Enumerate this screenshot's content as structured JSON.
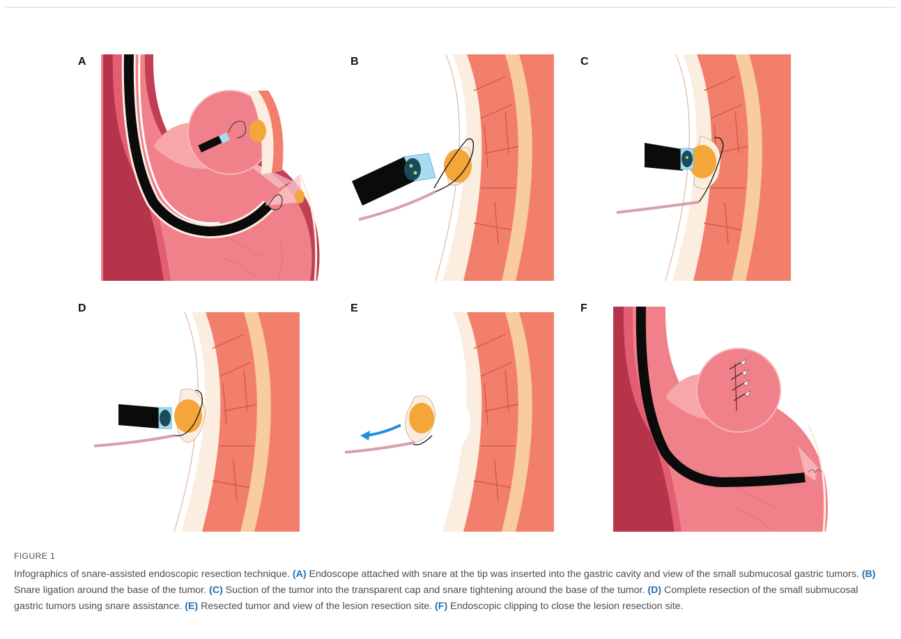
{
  "figure": {
    "panels": [
      {
        "id": "A",
        "label": "A"
      },
      {
        "id": "B",
        "label": "B"
      },
      {
        "id": "C",
        "label": "C"
      },
      {
        "id": "D",
        "label": "D"
      },
      {
        "id": "E",
        "label": "E"
      },
      {
        "id": "F",
        "label": "F"
      }
    ],
    "caption_title": "FIGURE 1",
    "caption_parts": [
      {
        "lbl": "",
        "text": "Infographics of snare-assisted endoscopic resection technique. "
      },
      {
        "lbl": "(A)",
        "text": " Endoscope attached with snare at the tip was inserted into the gastric cavity and view of the small submucosal gastric tumors. "
      },
      {
        "lbl": "(B)",
        "text": " Snare ligation around the base of the tumor. "
      },
      {
        "lbl": "(C)",
        "text": " Suction of the tumor into the transparent cap and snare tightening around the base of the tumor. "
      },
      {
        "lbl": "(D)",
        "text": " Complete resection of the small submucosal gastric tumors using snare assistance. "
      },
      {
        "lbl": "(E)",
        "text": " Resected tumor and view of the lesion resection site. "
      },
      {
        "lbl": "(F)",
        "text": " Endoscopic clipping to close the lesion resection site."
      }
    ]
  },
  "colors": {
    "stomach_outer": "#b6344a",
    "stomach_mid": "#f0818a",
    "stomach_inner": "#f7a7a8",
    "mucosa": "#fbeee0",
    "muscle": "#f27f6c",
    "muscle_line": "#d55a48",
    "serosa": "#f8cba0",
    "tumor": "#f4a63a",
    "scope": "#0b0b0b",
    "cap": "#a9dcf0",
    "arrow": "#1f8ee0"
  }
}
